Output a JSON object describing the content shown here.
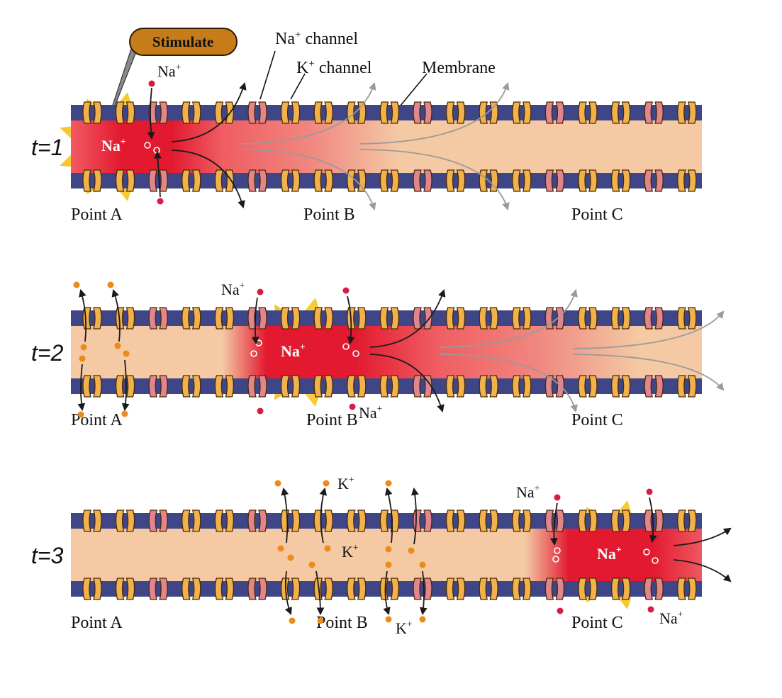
{
  "figure": {
    "stimulate_label": "Stimulate",
    "na_channel_label": "Na",
    "k_channel_label": "K",
    "channel_word": " channel",
    "membrane_label": "Membrane",
    "ion_na": "Na",
    "ion_k": "K",
    "plus": "+",
    "point_a": "Point A",
    "point_b": "Point B",
    "point_c": "Point C"
  },
  "panels": [
    {
      "time_label": "t=1",
      "active_point": "A"
    },
    {
      "time_label": "t=2",
      "active_point": "B"
    },
    {
      "time_label": "t=3",
      "active_point": "C"
    }
  ],
  "colors": {
    "membrane": "#3e4687",
    "cytoplasm": "#f4c9a4",
    "depolarized": "#e2192f",
    "k_channel": "#f1b24c",
    "na_channel": "#e2868c",
    "na_ion": "#d81b45",
    "k_ion": "#ec8a1a",
    "spark": "#fbd334",
    "stimulate_fill": "#c67c18"
  }
}
